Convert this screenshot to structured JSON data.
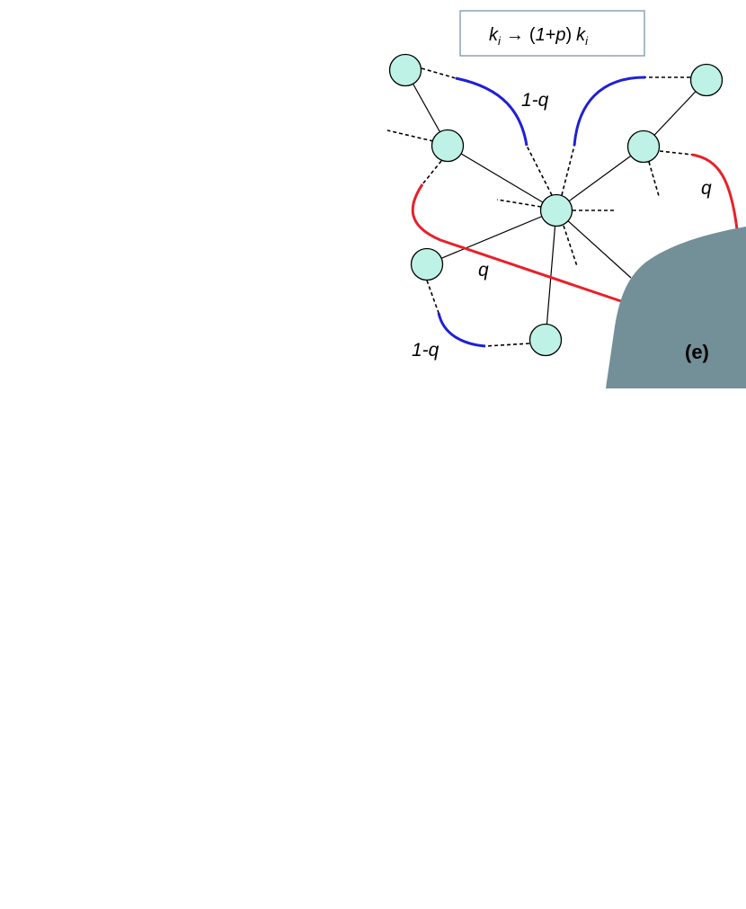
{
  "formula": {
    "k": "k",
    "i": "i",
    "arrow": "→",
    "open": "(",
    "one": "1",
    "plus": "+",
    "p": "p",
    "close": ")",
    "k2": "k",
    "i2": "i"
  },
  "labels": {
    "top_one_minus_q": "1-q",
    "right_q": "q",
    "middle_q": "q",
    "bottom_one_minus_q": "1-q",
    "panel": "(e)"
  },
  "colors": {
    "node_fill": "#bff2e6",
    "rewire_one_minus_q": "#1f1fd6",
    "rewire_q": "#e8202a",
    "blob": "#738f97",
    "formula_box_border": "#8aa6b2"
  }
}
